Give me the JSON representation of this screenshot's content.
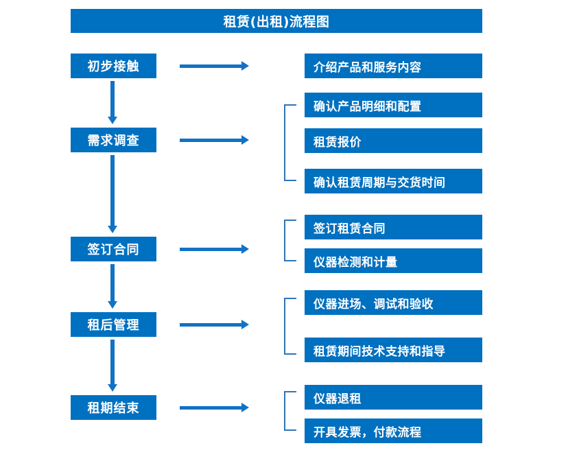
{
  "diagram": {
    "title": "租赁(出租)流程图",
    "accent_color": "#0070C0",
    "connector_color": "#1272C4",
    "bracket_color": "#2E75B6",
    "text_color": "#FFFFFF",
    "background_color": "#FFFFFF"
  },
  "stages": [
    {
      "label": "初步接触"
    },
    {
      "label": "需求调查"
    },
    {
      "label": "签订合同"
    },
    {
      "label": "租后管理"
    },
    {
      "label": "租期结束"
    }
  ],
  "tasks": [
    {
      "label": "介绍产品和服务内容"
    },
    {
      "label": "确认产品明细和配置"
    },
    {
      "label": "租赁报价"
    },
    {
      "label": "确认租赁周期与交货时间"
    },
    {
      "label": "签订租赁合同"
    },
    {
      "label": "仪器检测和计量"
    },
    {
      "label": "仪器进场、调试和验收"
    },
    {
      "label": "租赁期间技术支持和指导"
    },
    {
      "label": "仪器退租"
    },
    {
      "label": "开具发票，付款流程"
    }
  ],
  "groups": [
    {
      "stage": "初步接触",
      "tasks": [
        "介绍产品和服务内容"
      ]
    },
    {
      "stage": "需求调查",
      "tasks": [
        "确认产品明细和配置",
        "租赁报价",
        "确认租赁周期与交货时间"
      ]
    },
    {
      "stage": "签订合同",
      "tasks": [
        "签订租赁合同",
        "仪器检测和计量"
      ]
    },
    {
      "stage": "租后管理",
      "tasks": [
        "仪器进场、调试和验收",
        "租赁期间技术支持和指导"
      ]
    },
    {
      "stage": "租期结束",
      "tasks": [
        "仪器退租",
        "开具发票，付款流程"
      ]
    }
  ]
}
